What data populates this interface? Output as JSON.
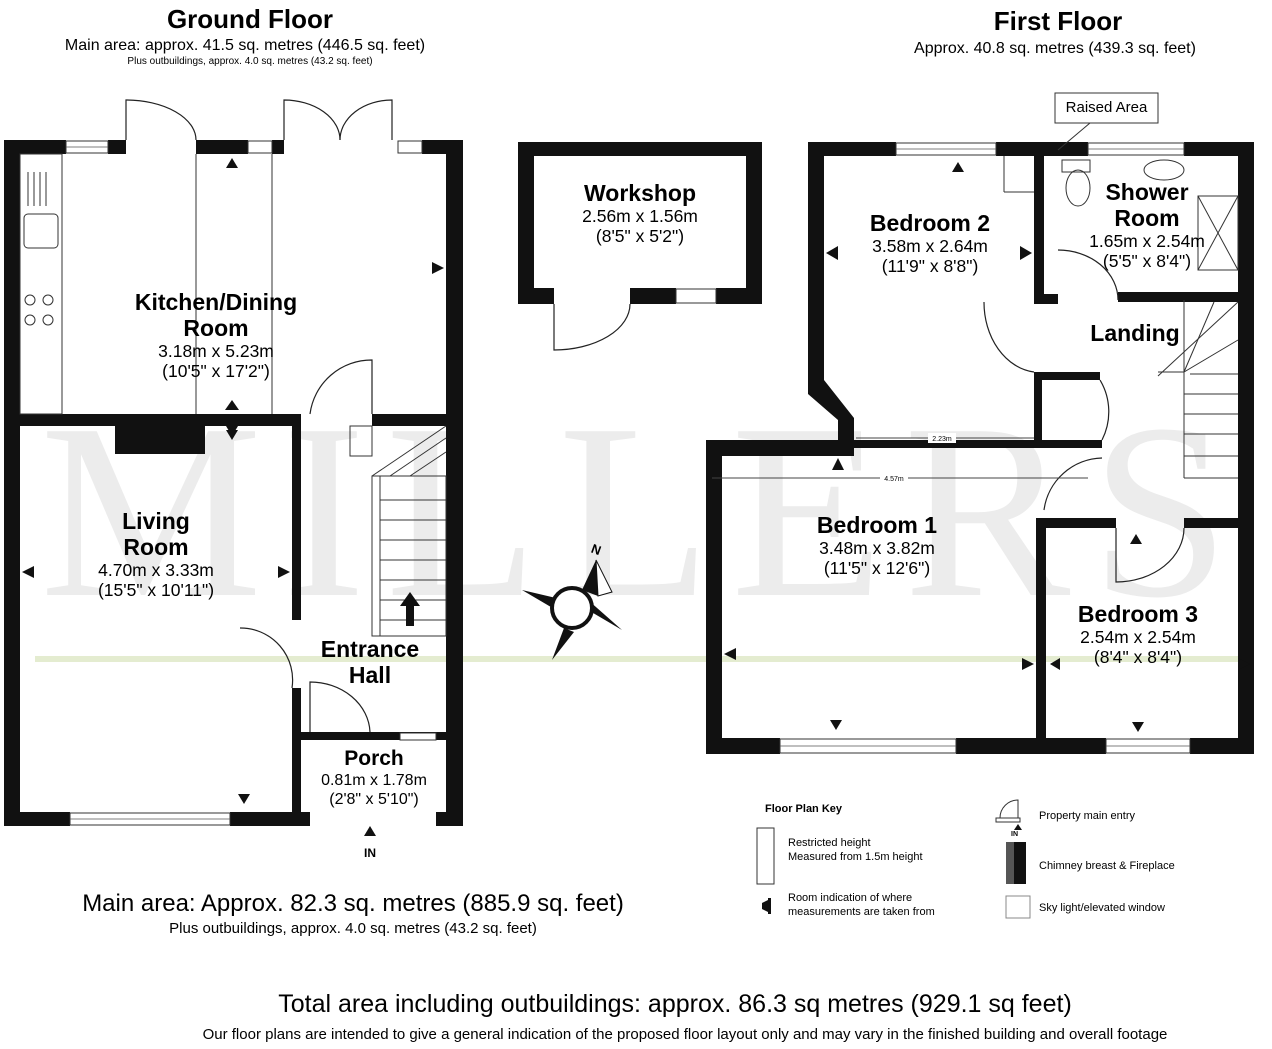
{
  "watermark": "MILLERS",
  "compass_label": "N",
  "ground_floor": {
    "title": "Ground Floor",
    "area": "Main area: approx. 41.5 sq. metres (446.5 sq. feet)",
    "outbuildings": "Plus outbuildings, approx. 4.0 sq. metres (43.2 sq. feet)",
    "entry_label": "IN",
    "rooms": {
      "kitchen": {
        "name_line1": "Kitchen/Dining",
        "name_line2": "Room",
        "metric": "3.18m x 5.23m",
        "imperial": "(10'5\" x 17'2\")"
      },
      "living": {
        "name_line1": "Living",
        "name_line2": "Room",
        "metric": "4.70m x 3.33m",
        "imperial": "(15'5\" x 10'11\")"
      },
      "hall": {
        "name_line1": "Entrance",
        "name_line2": "Hall"
      },
      "porch": {
        "name": "Porch",
        "metric": "0.81m x 1.78m",
        "imperial": "(2'8\" x 5'10\")"
      }
    }
  },
  "workshop": {
    "name": "Workshop",
    "metric": "2.56m x 1.56m",
    "imperial": "(8'5\" x 5'2\")"
  },
  "first_floor": {
    "title": "First Floor",
    "area": "Approx. 40.8 sq. metres (439.3 sq. feet)",
    "raised_area_label": "Raised Area",
    "measure_223": "2.23m",
    "measure_457": "4.57m",
    "rooms": {
      "bedroom2": {
        "name": "Bedroom 2",
        "metric": "3.58m x 2.64m",
        "imperial": "(11'9\" x 8'8\")"
      },
      "shower": {
        "name_line1": "Shower",
        "name_line2": "Room",
        "metric": "1.65m x 2.54m",
        "imperial": "(5'5\" x 8'4\")"
      },
      "landing": {
        "name": "Landing"
      },
      "bedroom1": {
        "name": "Bedroom 1",
        "metric": "3.48m x 3.82m",
        "imperial": "(11'5\" x 12'6\")"
      },
      "bedroom3": {
        "name": "Bedroom 3",
        "metric": "2.54m x 2.54m",
        "imperial": "(8'4\" x 8'4\")"
      }
    }
  },
  "key": {
    "title": "Floor Plan Key",
    "restricted_line1": "Restricted height",
    "restricted_line2": "Measured from 1.5m height",
    "indication_line1": "Room indication of where",
    "indication_line2": "measurements are taken from",
    "entry": "Property main entry",
    "entry_in": "IN",
    "chimney": "Chimney breast & Fireplace",
    "skylight": "Sky light/elevated window"
  },
  "summary": {
    "main_area": "Main area: Approx. 82.3 sq. metres (885.9 sq. feet)",
    "outbuildings": "Plus outbuildings, approx. 4.0 sq. metres (43.2 sq. feet)",
    "total_area": "Total area including  outbuildings: approx. 86.3 sq metres (929.1 sq feet)",
    "disclaimer": "Our floor plans are intended to give a general indication of the proposed floor layout only and may vary in the finished building and overall footage"
  }
}
